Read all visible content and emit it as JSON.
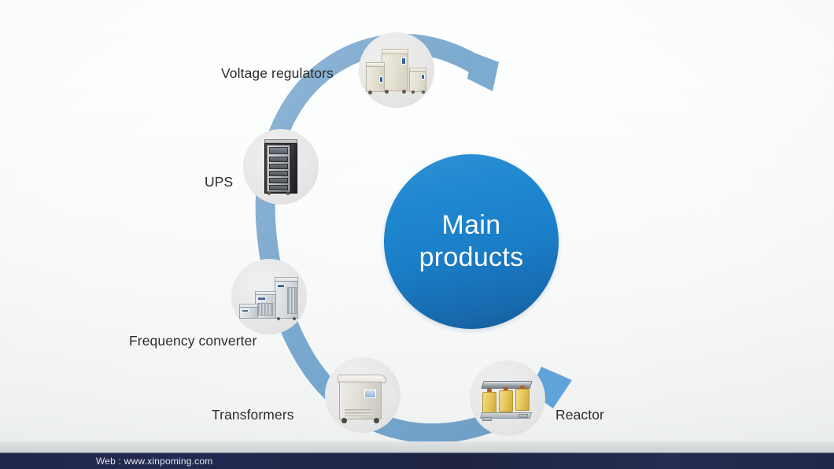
{
  "slide": {
    "center": {
      "label": "Main\nproducts",
      "accent_color": "#1f87d0"
    },
    "nodes": [
      {
        "key": "voltage-regulators",
        "label": "Voltage regulators",
        "image": "voltage-regulator-cabinets-image"
      },
      {
        "key": "ups",
        "label": "UPS",
        "image": "ups-cabinet-image"
      },
      {
        "key": "frequency-converter",
        "label": "Frequency converter",
        "image": "frequency-converter-units-image"
      },
      {
        "key": "transformers",
        "label": "Transformers",
        "image": "transformer-cabinet-image"
      },
      {
        "key": "reactor",
        "label": "Reactor",
        "image": "three-phase-reactor-image"
      }
    ],
    "ribbon": {
      "color": "#79a8ce",
      "name": "circular-arrow-ribbon"
    }
  },
  "footer": {
    "website": "Web : www.xinpoming.com"
  }
}
